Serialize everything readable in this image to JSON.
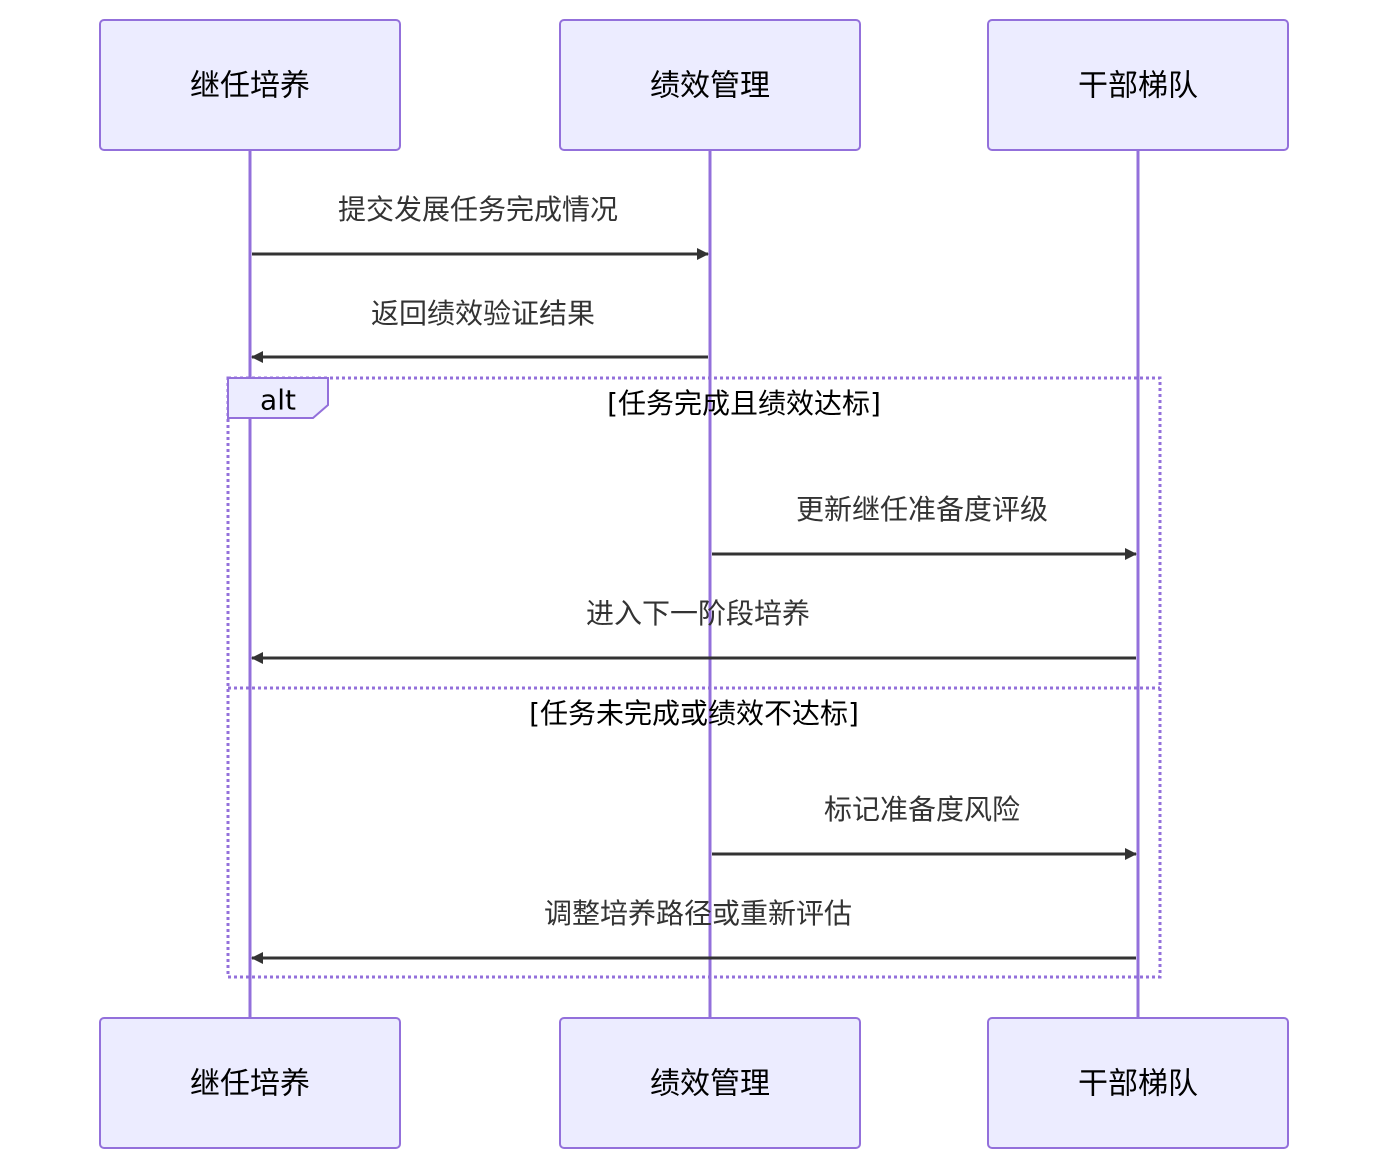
{
  "diagram": {
    "type": "sequence",
    "participants": [
      {
        "id": "p1",
        "label": "继任培养"
      },
      {
        "id": "p2",
        "label": "绩效管理"
      },
      {
        "id": "p3",
        "label": "干部梯队"
      }
    ],
    "messages": [
      {
        "from": "p1",
        "to": "p2",
        "label": "提交发展任务完成情况"
      },
      {
        "from": "p2",
        "to": "p1",
        "label": "返回绩效验证结果"
      }
    ],
    "alt": {
      "label": "alt",
      "branches": [
        {
          "condition": "[任务完成且绩效达标]",
          "messages": [
            {
              "from": "p2",
              "to": "p3",
              "label": "更新继任准备度评级"
            },
            {
              "from": "p3",
              "to": "p1",
              "label": "进入下一阶段培养"
            }
          ]
        },
        {
          "condition": "[任务未完成或绩效不达标]",
          "messages": [
            {
              "from": "p2",
              "to": "p3",
              "label": "标记准备度风险"
            },
            {
              "from": "p3",
              "to": "p1",
              "label": "调整培养路径或重新评估"
            }
          ]
        }
      ]
    },
    "colors": {
      "actor_fill": "#ececff",
      "actor_stroke": "#9370db",
      "line": "#333333"
    }
  }
}
